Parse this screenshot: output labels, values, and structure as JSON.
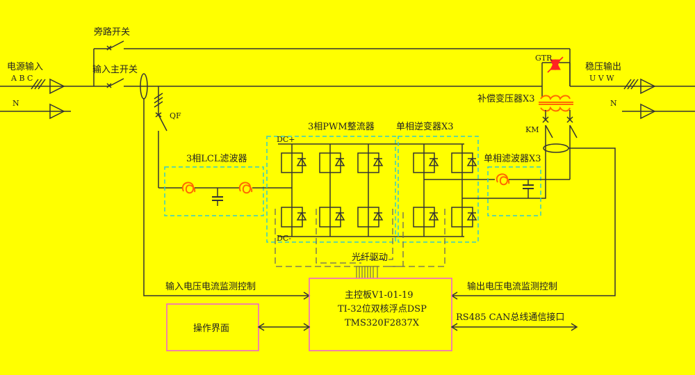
{
  "labels": {
    "power_input": "电源输入",
    "abc": "A B C",
    "n_in": "N",
    "bypass_switch": "旁路开关",
    "main_switch": "输入主开关",
    "qf": "QF",
    "gtr": "GTR",
    "stable_output": "稳压输出",
    "uvw": "U V W",
    "n_out": "N",
    "comp_transformer": "补偿变压器X3",
    "km": "KM",
    "pwm_rectifier": "3相PWM整流器",
    "single_inverter": "单相逆变器X3",
    "lcl_filter": "3相LCL滤波器",
    "single_filter": "单相滤波器X3",
    "dc_plus": "DC+",
    "dc_minus": "DC-",
    "fiber_drive": "光纤驱动",
    "input_monitor": "输入电压电流监测控制",
    "output_monitor": "输出电压电流监测控制",
    "main_board_1": "主控板V1-01-19",
    "main_board_2": "TI-32位双核浮点DSP",
    "main_board_3": "TMS320F2837X",
    "operation_ui": "操作界面",
    "comm": "RS485 CAN总线通信接口"
  },
  "colors": {
    "background": "#ffff00",
    "wire": "#333333",
    "module_border": "#33cccc",
    "box_border": "#ee66cc",
    "inductor": "#ff6a00",
    "gtr": "#ff2222"
  }
}
